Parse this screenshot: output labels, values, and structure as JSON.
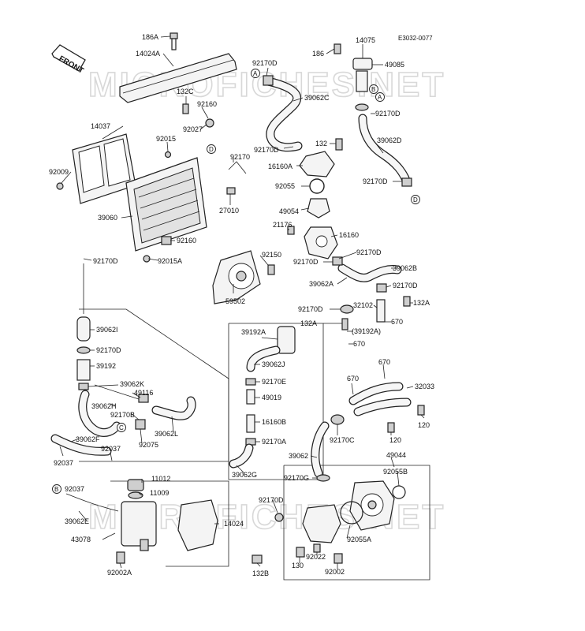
{
  "diagram_code": "E3032-0077",
  "front_arrow_label": "FRONT",
  "watermark": "MICROFICHES.NET",
  "ref_markers": [
    "A",
    "B",
    "D",
    "C"
  ],
  "labels": {
    "l186A": "186A",
    "l14024A": "14024A",
    "l14075": "14075",
    "l186": "186",
    "l49085": "49085",
    "l92170D_1": "92170D",
    "l39062C": "39062C",
    "l132C": "132C",
    "l92160_1": "92160",
    "l92027": "92027",
    "l92170D_2": "92170D",
    "l14037": "14037",
    "l92015": "92015",
    "l39062D": "39062D",
    "l132": "132",
    "l92170D_3": "92170D",
    "l16160A": "16160A",
    "l92170": "92170",
    "l92009": "92009",
    "l92055": "92055",
    "l92170D_4": "92170D",
    "l27010": "27010",
    "l49054": "49054",
    "l39060": "39060",
    "l21176": "21176",
    "l16160": "16160",
    "l92160_2": "92160",
    "l92015A": "92015A",
    "l92170D_5": "92170D",
    "l92150": "92150",
    "l92170D_6": "92170D",
    "l92170D_7": "92170D",
    "l39062B": "39062B",
    "l39062A": "39062A",
    "l92170D_8": "92170D",
    "l59502": "59502",
    "l92170D_9": "92170D",
    "l32102": "32102",
    "l132A_1": "132A",
    "l670_1": "670",
    "l132A_2": "132A",
    "l39192A_p": "(39192A)",
    "l670_2": "670",
    "l39062I": "39062I",
    "l92170D_10": "92170D",
    "l39192A": "39192A",
    "l39192": "39192",
    "l39062J": "39062J",
    "l670_3": "670",
    "l670_4": "670",
    "l32033": "32033",
    "l39062K": "39062K",
    "l49116": "49116",
    "l92170E": "92170E",
    "l39062H": "39062H",
    "l92170B": "92170B",
    "l49019": "49019",
    "l39062L": "39062L",
    "l16160B": "16160B",
    "l120_1": "120",
    "l92170C": "92170C",
    "l120_2": "120",
    "l92075": "92075",
    "l39062F": "39062F",
    "l92170A": "92170A",
    "l92037_1": "92037",
    "l92037_2": "92037",
    "l39062": "39062",
    "l49044": "49044",
    "l39062G": "39062G",
    "l92055B": "92055B",
    "l11012": "11012",
    "l92170G": "92170G",
    "l11009": "11009",
    "l92037_3": "92037",
    "l92170D_11": "92170D",
    "l14024": "14024",
    "l39062E": "39062E",
    "l43078": "43078",
    "l92055A": "92055A",
    "l92002A": "92002A",
    "l92022": "92022",
    "l130": "130",
    "l92002": "92002",
    "l132B": "132B"
  }
}
